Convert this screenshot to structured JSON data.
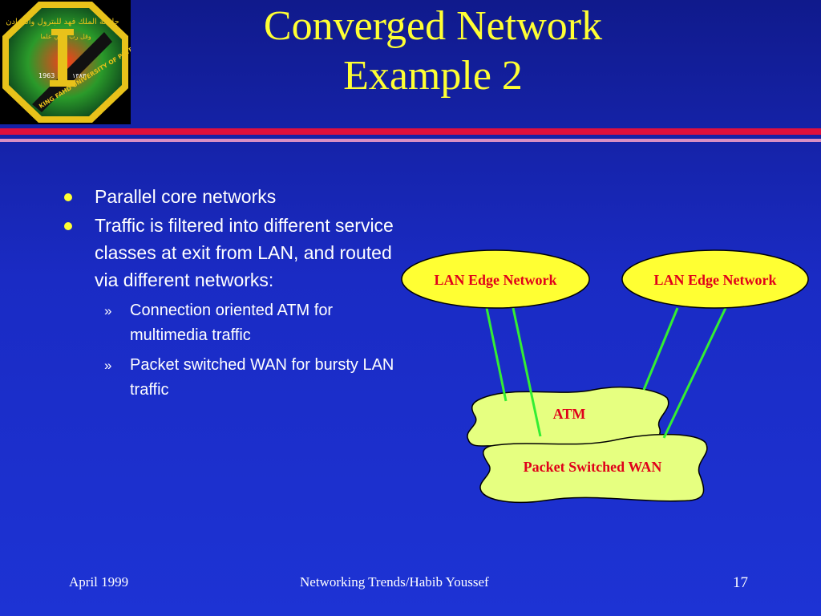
{
  "slide": {
    "title_line1": "Converged Network",
    "title_line2": "Example 2"
  },
  "logo": {
    "arabic_text": "جامعة الملك فهد للبترول والمعادن",
    "motto": "وقل رب زدني علما",
    "english_text": "KING FAHD UNIVERSITY OF PETROLEUM & MINERALS",
    "year_left": "1963",
    "year_right": "١٣٨٣"
  },
  "bullets": [
    {
      "text": "Parallel core networks"
    },
    {
      "text": "Traffic is filtered into different service classes at exit from LAN, and routed via different networks:",
      "sub": [
        {
          "marker": "»",
          "text": "Connection oriented ATM for multimedia traffic"
        },
        {
          "marker": "»",
          "text": "Packet switched WAN for bursty LAN traffic"
        }
      ]
    }
  ],
  "diagram": {
    "nodes": {
      "lan_left": "LAN Edge Network",
      "lan_right": "LAN Edge Network",
      "atm": "ATM",
      "wan": "Packet Switched WAN"
    }
  },
  "footer": {
    "date": "April 1999",
    "center": "Networking Trends/Habib Youssef",
    "page": "17"
  },
  "colors": {
    "title": "#ffff33",
    "bullet_dot": "#ffff33",
    "node_fill_ellipse": "#ffff33",
    "node_fill_cloud": "#e6ff80",
    "node_label": "#e0001a",
    "link": "#33ee33",
    "rule_red": "#e0103c",
    "rule_pink": "#d98fc4"
  }
}
